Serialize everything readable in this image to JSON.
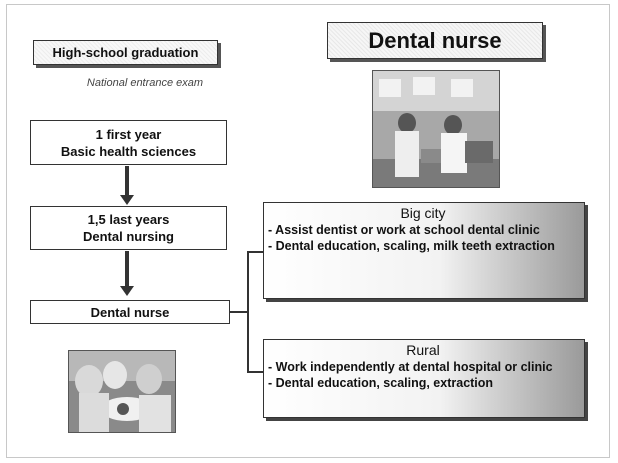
{
  "flow": {
    "step1": "High-school graduation",
    "exam": "National entrance exam",
    "step2_line1": "1 first year",
    "step2_line2": "Basic health sciences",
    "step3_line1": "1,5 last years",
    "step3_line2": "Dental nursing",
    "step4": "Dental nurse"
  },
  "title": "Dental nurse",
  "big_city": {
    "heading": "Big city",
    "items": [
      "- Assist dentist or work at school dental clinic",
      "- Dental education, scaling, milk teeth extraction"
    ]
  },
  "rural": {
    "heading": "Rural",
    "items": [
      "- Work independently at dental hospital or clinic",
      "- Dental education, scaling, extraction"
    ]
  }
}
